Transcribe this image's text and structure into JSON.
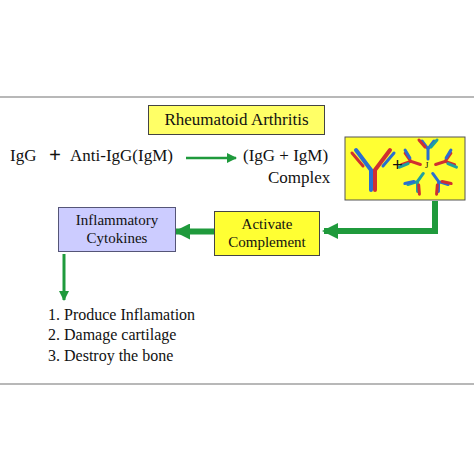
{
  "diagram": {
    "nodes": [
      {
        "text": [
          "Rheumatoid Arthritis"
        ]
      },
      {
        "text": [
          "Inflammatory Cytokines"
        ]
      },
      {
        "text": [
          "Activate Complement"
        ]
      }
    ],
    "edges": [
      {
        "from": 2,
        "to": 1,
        "arrow": "to"
      }
    ],
    "labels": [
      "IgG",
      "+",
      "Anti-IgG(IgM)",
      "(IgG + IgM)",
      "Complex",
      "+",
      "J",
      "1. Produce Inflamation",
      "2. Damage cartilage",
      "3. Destroy the bone"
    ]
  }
}
